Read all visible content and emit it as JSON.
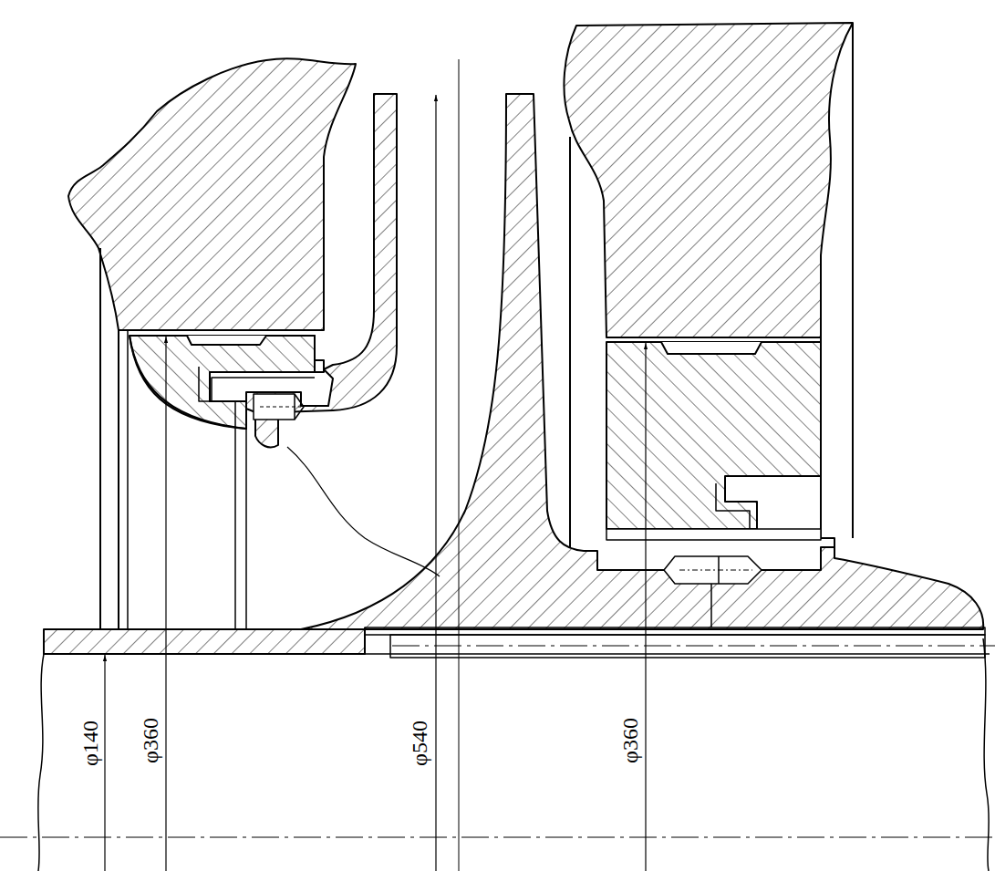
{
  "diagram": {
    "labels": [
      "φ140",
      "φ360",
      "φ540",
      "φ360"
    ]
  }
}
